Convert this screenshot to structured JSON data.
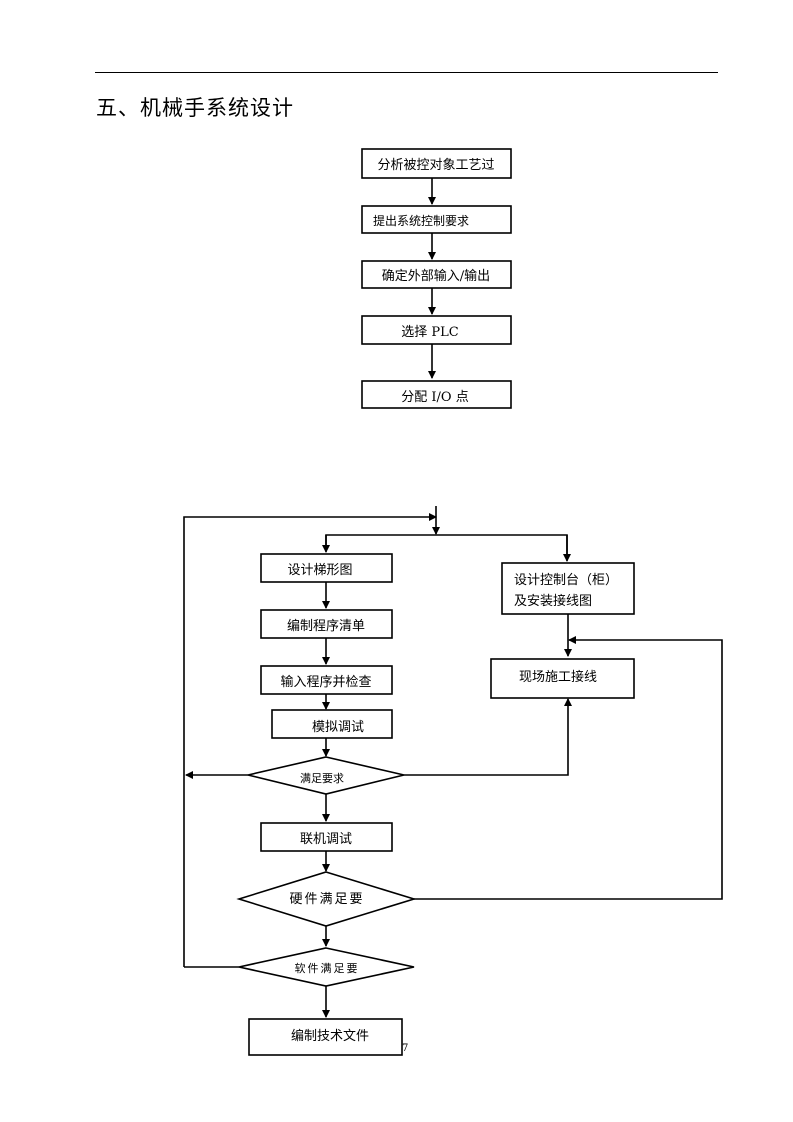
{
  "heading": "五、机械手系统设计",
  "flow1": {
    "step1": "分析被控对象工艺过",
    "step2": "提出系统控制要求",
    "step3": "确定外部输入/输出",
    "step4": "选择 PLC",
    "step5": "分配 I/O 点"
  },
  "flow2": {
    "ladder": "设计梯形图",
    "program_list": "编制程序清单",
    "input_check": "输入程序并检查",
    "sim_debug": "模拟调试",
    "meets_req": "满足要求",
    "joint_debug": "联机调试",
    "hw_meets": "硬件满足要",
    "sw_meets": "软件满足要",
    "tech_docs": "编制技术文件",
    "console_line1": "设计控制台（柜）",
    "console_line2": "及安装接线图",
    "wiring": "现场施工接线"
  },
  "page_number": "7"
}
